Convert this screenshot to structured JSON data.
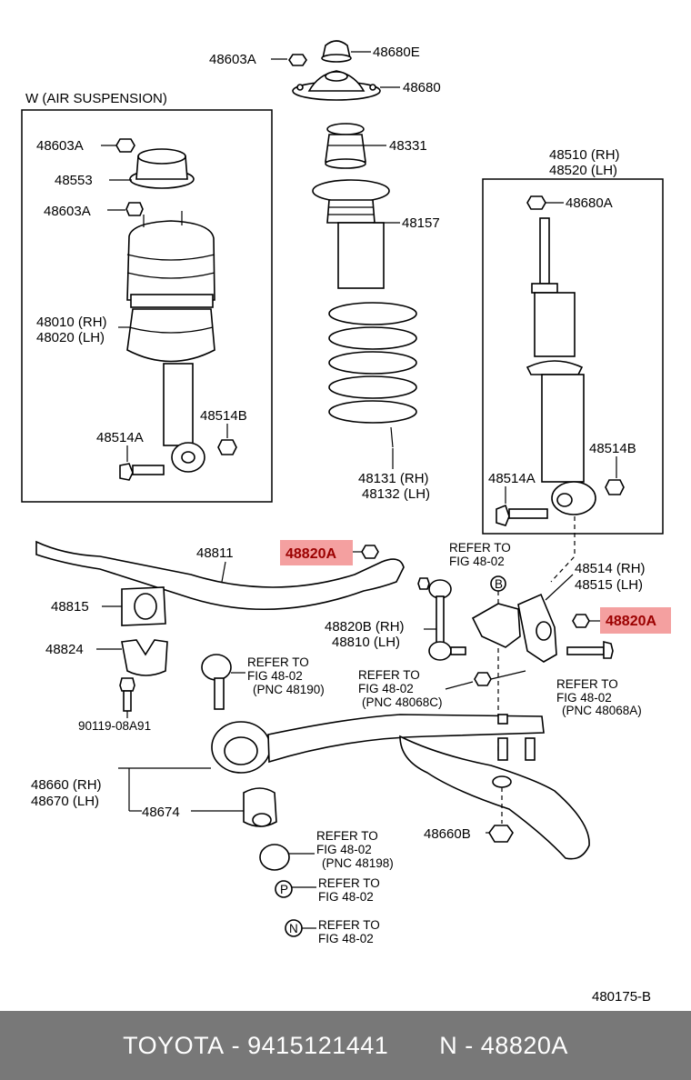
{
  "diagram": {
    "box_left_title": "W (AIR SUSPENSION)",
    "labels": {
      "p48603A_top": "48603A",
      "p48680E": "48680E",
      "p48680": "48680",
      "p48331": "48331",
      "p48157": "48157",
      "p48131": "48131 (RH)",
      "p48132": "48132 (LH)",
      "p48603A_l1": "48603A",
      "p48553": "48553",
      "p48603A_l2": "48603A",
      "p48010": "48010 (RH)",
      "p48020": "48020 (LH)",
      "p48514A_l": "48514A",
      "p48514B_l": "48514B",
      "p48510": "48510 (RH)",
      "p48520": "48520 (LH)",
      "p48680A": "48680A",
      "p48514B_r": "48514B",
      "p48514A_r": "48514A",
      "p48811": "48811",
      "p48815": "48815",
      "p48824": "48824",
      "p90119": "90119-08A91",
      "p48820B": "48820B (RH)",
      "p48810": "48810 (LH)",
      "p48514": "48514 (RH)",
      "p48515": "48515 (LH)",
      "p48660": "48660 (RH)",
      "p48670": "48670 (LH)",
      "p48674": "48674",
      "p48660B": "48660B",
      "drawing_no": "480175-B"
    },
    "highlight": {
      "a": "48820A",
      "b": "48820A",
      "color": "#f4a0a0"
    },
    "refs": {
      "r1a": "REFER TO",
      "r1b": "FIG 48-02",
      "r2a": "REFER TO",
      "r2b": "FIG 48-02",
      "r2c": "(PNC 48190)",
      "r3a": "REFER TO",
      "r3b": "FIG 48-02",
      "r3c": "(PNC 48068C)",
      "r4a": "REFER TO",
      "r4b": "FIG 48-02",
      "r4c": "(PNC 48068A)",
      "r5a": "REFER TO",
      "r5b": "FIG 48-02",
      "r5c": "(PNC 48198)",
      "r6a": "REFER TO",
      "r6b": "FIG 48-02",
      "r7a": "REFER TO",
      "r7b": "FIG 48-02"
    },
    "markers": {
      "b": "B",
      "p": "P",
      "n": "N"
    }
  },
  "footer": {
    "brand": "TOYOTA",
    "sep": " - ",
    "catalog_no": "9415121441",
    "gap": "       ",
    "ref": "N - 48820A"
  }
}
